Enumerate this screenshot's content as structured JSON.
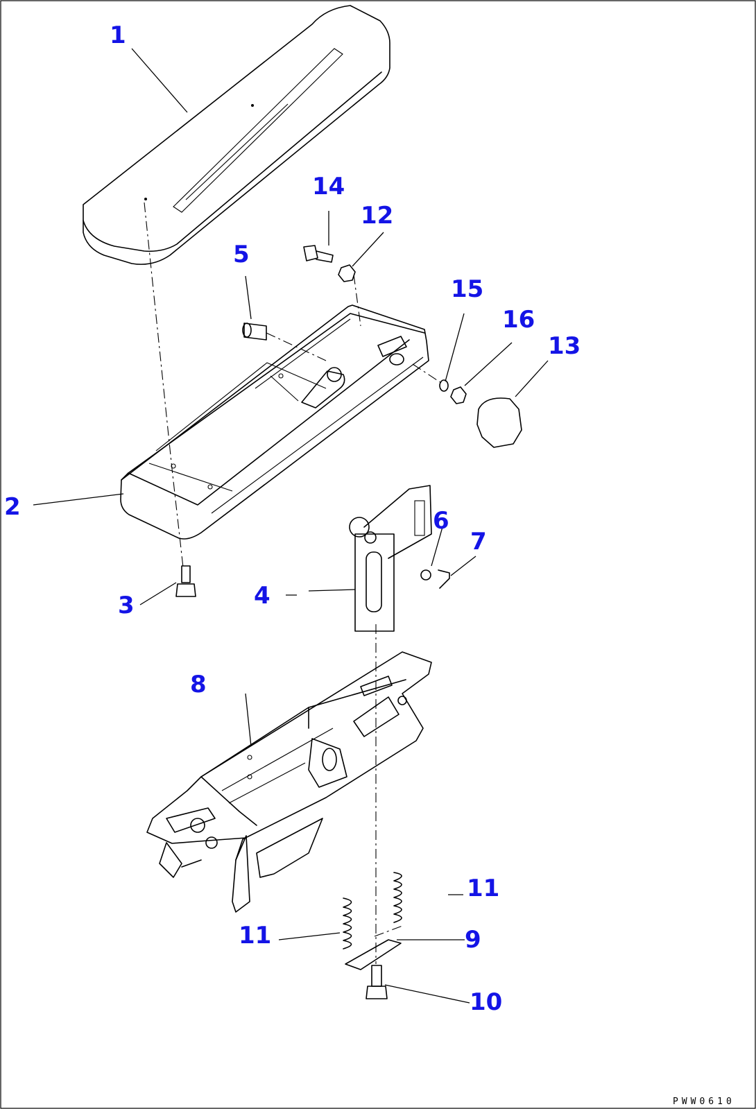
{
  "diagram": {
    "part_labels": [
      "1",
      "2",
      "3",
      "4",
      "5",
      "6",
      "7",
      "8",
      "9",
      "10",
      "11",
      "11",
      "12",
      "13",
      "14",
      "15",
      "16"
    ],
    "drawing_code": "PWW0610"
  }
}
